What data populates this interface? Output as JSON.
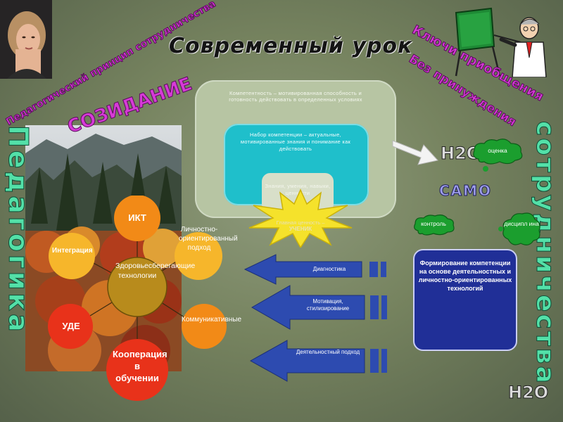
{
  "title": "Современный урок",
  "left_texts": {
    "principle": "Педагогический принцип сотрудничества",
    "creation": "СОЗИДАНИЕ",
    "pedagogy": "Педагогика"
  },
  "right_texts": {
    "keys": "Ключи приобщения",
    "principles": "Без принуждения",
    "cooperation": "сотрудничества",
    "samo": "САМО",
    "h2o_top": "H2O",
    "h2o_bottom": "H2O"
  },
  "nested": {
    "outer": "Компетентность – мотивированная способность и готовность действовать в определенных условиях",
    "middle": "Набор компетенции – актуальные, мотивированные знания и понимание как действовать",
    "inner": "Знания, умения, навыки, ценности"
  },
  "star": {
    "line1": "Главная ценность –",
    "line2": "УЧЕНИК"
  },
  "clouds": {
    "assessment": "оценка",
    "control": "контроль",
    "discipline": "дисципл ина"
  },
  "blue_box": "Формирование компетенции на основе деятельностных и личностно-ориентированных технологий",
  "arrows": [
    {
      "label": "Диагностика"
    },
    {
      "label": "Мотивация, стилизирование"
    },
    {
      "label": "Деятельностный подход"
    }
  ],
  "radial": {
    "center": "Здоровьесберегающие технологии",
    "petals": {
      "ikt": "ИКТ",
      "personal": "Личностно-ориентированный подход",
      "communicative": "Коммуникативные",
      "cooperation": "Кооперация в обучении",
      "ude": "УДЕ",
      "integration": "Интеграция"
    }
  },
  "colors": {
    "purple_text": "#d63bd7",
    "green_text": "#53e0a8",
    "blue_box": "#202f97",
    "arrow_blue": "#2d4bb0",
    "star_yellow": "#f5e22b",
    "cloud_green": "#1b9e2e"
  }
}
